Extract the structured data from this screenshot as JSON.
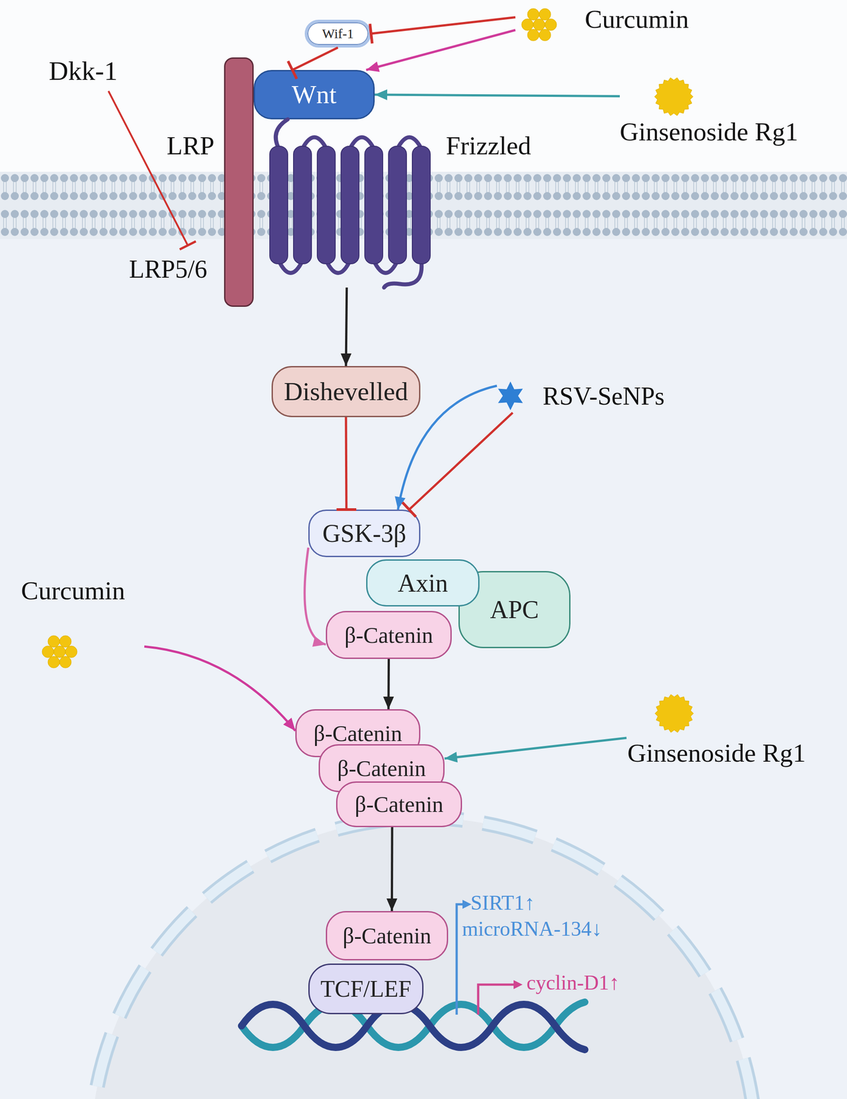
{
  "diagram": {
    "nodes": [
      {
        "text": [
          "Wif-1"
        ]
      },
      {
        "text": [
          "Wnt"
        ]
      },
      {
        "text": [
          "LRP",
          "LRP5/6"
        ]
      },
      {
        "text": [
          "Frizzled"
        ]
      },
      {
        "text": [
          "Dishevelled"
        ]
      },
      {
        "text": [
          "GSK-3β"
        ]
      },
      {
        "text": [
          "Axin"
        ]
      },
      {
        "text": [
          "APC"
        ]
      },
      {
        "text": [
          "β-Catenin"
        ]
      },
      {
        "text": [
          "β-Catenin"
        ]
      },
      {
        "text": [
          "β-Catenin"
        ]
      },
      {
        "text": [
          "β-Catenin"
        ]
      },
      {
        "text": [
          "β-Catenin"
        ]
      },
      {
        "text": [
          "TCF/LEF"
        ]
      },
      {
        "text": [
          "Curcumin"
        ]
      },
      {
        "text": [
          "Ginsenoside Rg1"
        ]
      },
      {
        "text": [
          "RSV-SeNPs"
        ]
      },
      {
        "text": [
          "Curcumin"
        ]
      },
      {
        "text": [
          "Ginsenoside Rg1"
        ]
      }
    ],
    "edges": [
      {
        "from": 14,
        "to": 0,
        "arrow": "to"
      },
      {
        "from": 14,
        "to": 1,
        "arrow": "to"
      },
      {
        "from": 0,
        "to": 1,
        "arrow": "to"
      },
      {
        "from": 15,
        "to": 1,
        "arrow": "to"
      },
      {
        "from": 3,
        "to": 4,
        "arrow": "to"
      },
      {
        "from": 4,
        "to": 5,
        "arrow": "to"
      },
      {
        "from": 16,
        "to": 5,
        "arrow": "to"
      },
      {
        "from": 16,
        "to": 5,
        "arrow": "to"
      },
      {
        "from": 5,
        "to": 8,
        "arrow": "to"
      },
      {
        "from": 8,
        "to": 9,
        "arrow": "to"
      },
      {
        "from": 17,
        "to": 9,
        "arrow": "to"
      },
      {
        "from": 18,
        "to": 10,
        "arrow": "to"
      },
      {
        "from": 11,
        "to": 12,
        "arrow": "to"
      }
    ],
    "labels": [
      "Dkk-1",
      "SIRT1↑",
      "microRNA-134↓",
      "cyclin-D1↑"
    ]
  }
}
